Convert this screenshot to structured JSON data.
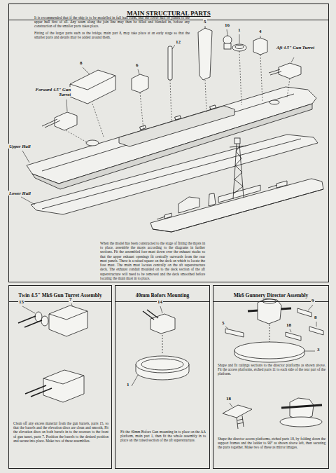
{
  "diagram": {
    "title": "MAIN STRUCTURAL PARTS",
    "nodes": [
      {
        "text": [
          "It is recommended that if the ship is to be modelled in full hull form, that the lower hull be joined to the upper hull first of all. Any seam along the join line may then be filled and blended in, before any construction of the smaller parts takes place.",
          "Fitting of the larger parts such as the bridge, main part 8, may take place at an early stage so that the smaller parts and details may be added around them.",
          "When the model has been constructed to the stage of fitting the masts in to place, assemble the masts according to the diagrams in further sections. Fit the assembled fore mast down over the exhaust stacks so that the upper exhaust openings fit centrally outwards from the rear mast panels. There is a raised square on the deck on which to locate the fore mast. The main mast locates centrally on the aft superstructure deck. The exhaust conduit moulded on to the deck section of the aft superstructure will need to be removed and the deck smoothed before locating the main mast in to place."
        ]
      },
      {
        "text": [
          "Twin 4.5\" Mk6 Gun Turret Assembly",
          "Clean off any excess material from the gun barrels, parts 15, so that the barrels and the elevation discs are clean and smooth. Fit the elevation discs on both barrels in to the recesses to the front of gun turret, parts 7. Position the barrels to the desired position and secure into place. Make two of these assemblies."
        ]
      },
      {
        "text": [
          "40mm Bofors Mounting",
          "Fit the 40mm Bofors Gun mounting in to place on the AA platform, main part 1, then fit the whole assembly in to place on the raised section of the aft superstructure."
        ]
      },
      {
        "text": [
          "Mk6 Gunnery Director Assembly",
          "Shape and fit railings sections to the director platforms as shown above. Fit the access platforms, etched parts 11 to each side of the rear part of the platform.",
          "Shape the director access platforms, etched parts 18, by folding down the support frames and the ladder to 90° as shown above left, then securing the parts together. Make two of these as mirror images."
        ]
      }
    ],
    "labels": [
      "8",
      "6",
      "12",
      "5",
      "16",
      "1",
      "4",
      "Aft 4.5\" Gun Turret",
      "Forward 4.5\" Gun Turret",
      "Upper Hull",
      "Lower Hull",
      "15",
      "7",
      "14",
      "1",
      "9",
      "18",
      "8",
      "5",
      "3",
      "18"
    ]
  }
}
